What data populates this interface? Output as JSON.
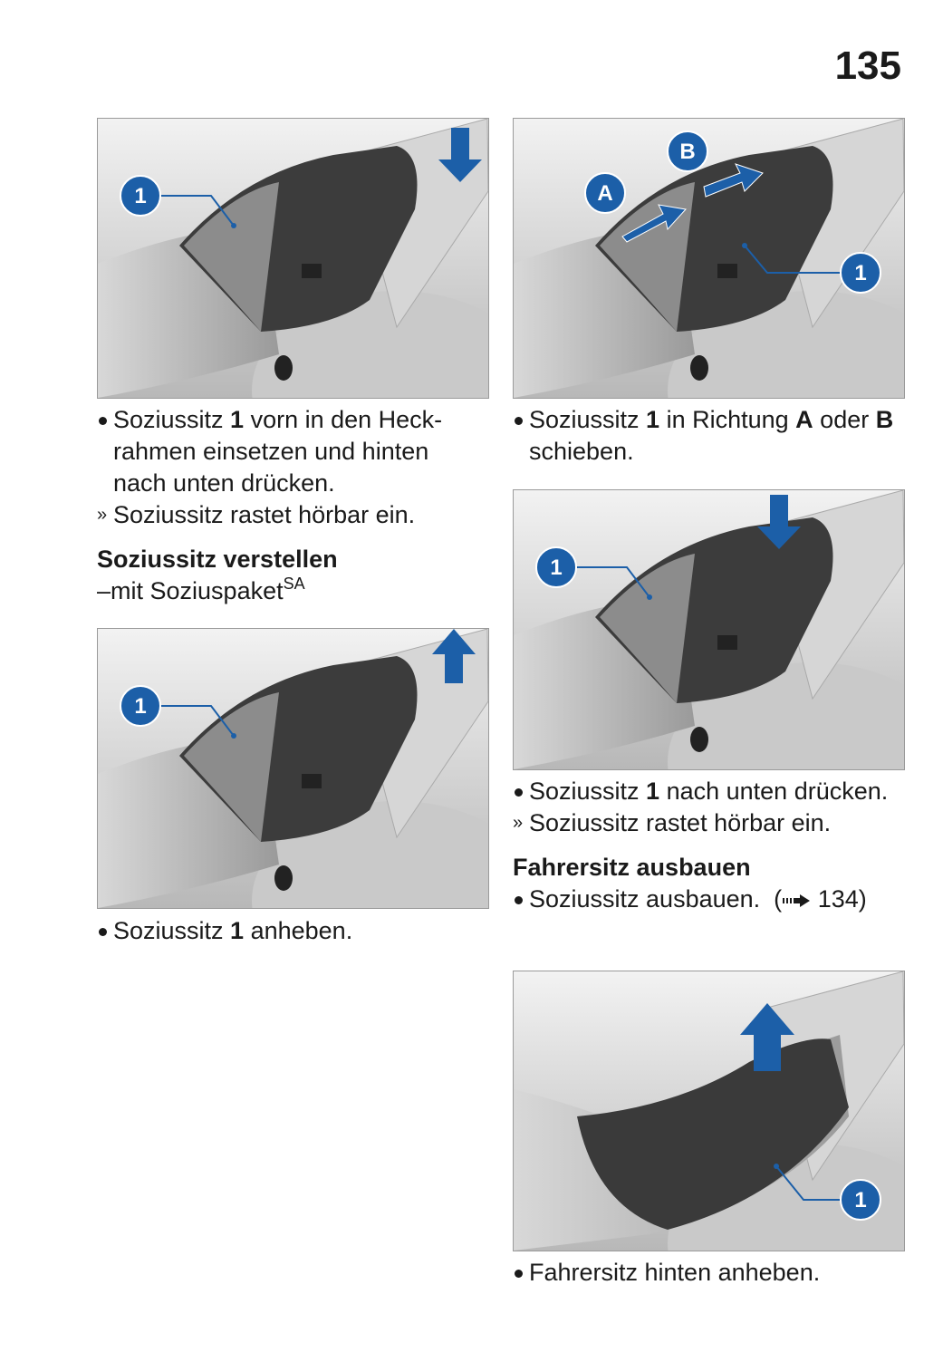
{
  "page_number": "135",
  "colors": {
    "callout": "#1c5fa8",
    "arrow": "#1c5fa8",
    "seat": "#3a3a3a"
  },
  "figures": {
    "fig1": {
      "callouts": [
        "1"
      ]
    },
    "fig2": {
      "callouts": [
        "1",
        "A",
        "B"
      ]
    },
    "fig3": {
      "callouts": [
        "1"
      ]
    },
    "fig4": {
      "callouts": [
        "1"
      ]
    },
    "fig5": {
      "callouts": [
        "1"
      ]
    }
  },
  "col1": {
    "step1": {
      "a": "Soziussitz ",
      "b": "1",
      "c": " vorn in den Heck-rahmen einsetzen und hinten nach unten drücken."
    },
    "result1": {
      "marker": "»",
      "text": "Soziussitz rastet hörbar ein."
    },
    "heading": "Soziussitz verstellen",
    "subheading": "–mit Soziuspaket",
    "subheading_sup": "SA",
    "step2": {
      "a": "Soziussitz ",
      "b": "1",
      "c": " anheben."
    }
  },
  "col2": {
    "step1": {
      "a": "Soziussitz ",
      "b": "1",
      "c": " in Richtung ",
      "d": "A",
      "e": " oder ",
      "f": "B",
      "g": " schieben."
    },
    "step2": {
      "a": "Soziussitz ",
      "b": "1",
      "c": " nach unten drücken."
    },
    "result2": {
      "marker": "»",
      "text": "Soziussitz rastet hörbar ein."
    },
    "heading": "Fahrersitz ausbauen",
    "step3": {
      "text": "Soziussitz ausbauen.",
      "ref_open": "(",
      "ref_icon": "arrow-reference-icon",
      "ref_page": "134",
      "ref_close": ")"
    },
    "step4": {
      "text": "Fahrersitz hinten anheben."
    }
  }
}
